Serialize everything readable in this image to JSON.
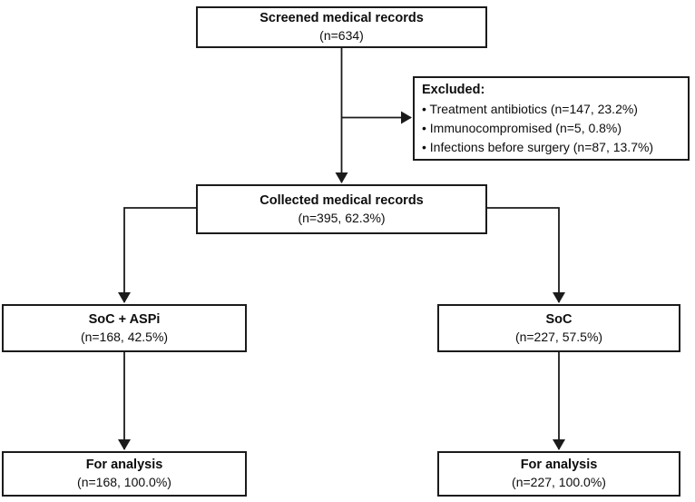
{
  "diagram": {
    "type": "flowchart",
    "boxes": {
      "screened": {
        "title": "Screened medical records",
        "subtitle": "(n=634)"
      },
      "excluded": {
        "title": "Excluded:",
        "items": [
          "• Treatment antibiotics (n=147, 23.2%)",
          "• Immunocompromised (n=5, 0.8%)",
          "• Infections before surgery (n=87, 13.7%)"
        ]
      },
      "collected": {
        "title": "Collected medical records",
        "subtitle": "(n=395, 62.3%)"
      },
      "soc_aspi": {
        "title": "SoC + ASPi",
        "subtitle": "(n=168, 42.5%)"
      },
      "soc": {
        "title": "SoC",
        "subtitle": "(n=227, 57.5%)"
      },
      "analysis_soc_aspi": {
        "title": "For analysis",
        "subtitle": "(n=168, 100.0%)"
      },
      "analysis_soc": {
        "title": "For analysis",
        "subtitle": "(n=227, 100.0%)"
      }
    },
    "edges": [
      "screened -> collected",
      "screened -> excluded",
      "collected -> soc_aspi",
      "collected -> soc",
      "soc_aspi -> analysis_soc_aspi",
      "soc -> analysis_soc"
    ],
    "colors": {
      "background": "#ffffff",
      "box_border": "#1b1b1b",
      "line": "#1b1b1b",
      "text": "#0d0d0d"
    }
  }
}
